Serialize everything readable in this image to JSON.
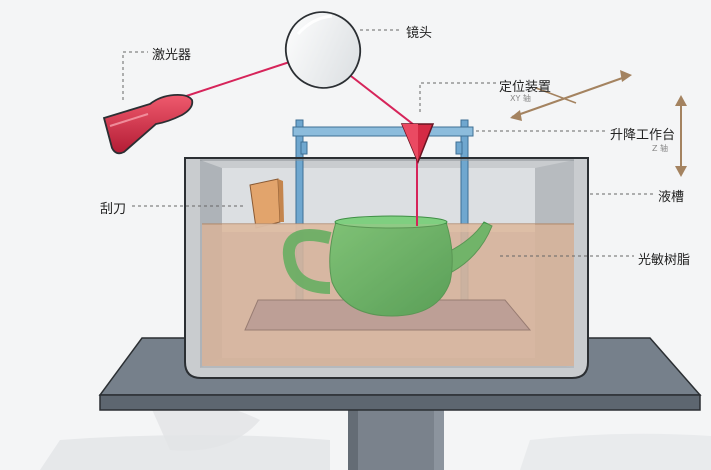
{
  "labels": {
    "lens": "镜头",
    "laser": "激光器",
    "positioner": "定位装置",
    "xy_axis": "XY 轴",
    "platform": "升降工作台",
    "z_axis": "Z 轴",
    "scraper": "刮刀",
    "tank": "液槽",
    "resin": "光敏树脂"
  },
  "colors": {
    "laser_beam": "#d6245a",
    "laser_body": "#d42a44",
    "resin": "#d7b49b",
    "model": "#58b35c",
    "rod": "#6fa7cf",
    "tank_wall": "#bfc3c6",
    "table": "#737b86",
    "scraper": "#e0a06a",
    "arrow": "#a48360"
  }
}
